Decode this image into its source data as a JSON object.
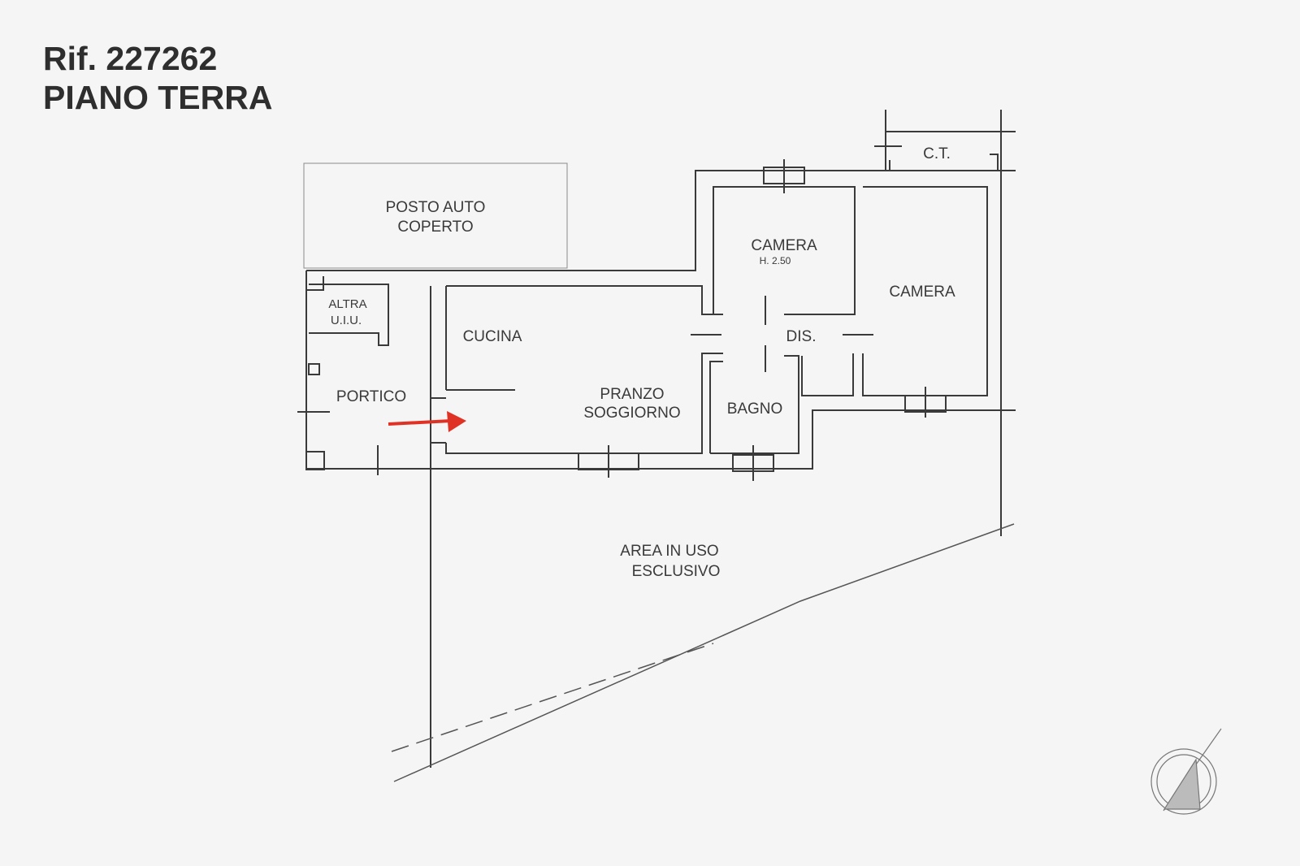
{
  "header": {
    "reference": "Rif. 227262",
    "floor": "PIANO TERRA"
  },
  "rooms": {
    "posto_auto": [
      "POSTO AUTO",
      "COPERTO"
    ],
    "altra_uiu": [
      "ALTRA",
      "U.I.U."
    ],
    "portico": "PORTICO",
    "cucina": "CUCINA",
    "pranzo_soggiorno": [
      "PRANZO",
      "SOGGIORNO"
    ],
    "camera_1": "CAMERA",
    "camera_1_height": "H. 2.50",
    "camera_2": "CAMERA",
    "dis": "DIS.",
    "bagno": "BAGNO",
    "ct": "C.T.",
    "area_esclusiva": [
      "AREA IN USO",
      "ESCLUSIVO"
    ]
  },
  "colors": {
    "background": "#f5f5f5",
    "wall": "#3a3a3a",
    "text": "#2e2e2e",
    "arrow": "#e03224"
  },
  "icons": {
    "entrance_arrow": "arrow-right-icon",
    "north": "north-arrow-icon"
  }
}
